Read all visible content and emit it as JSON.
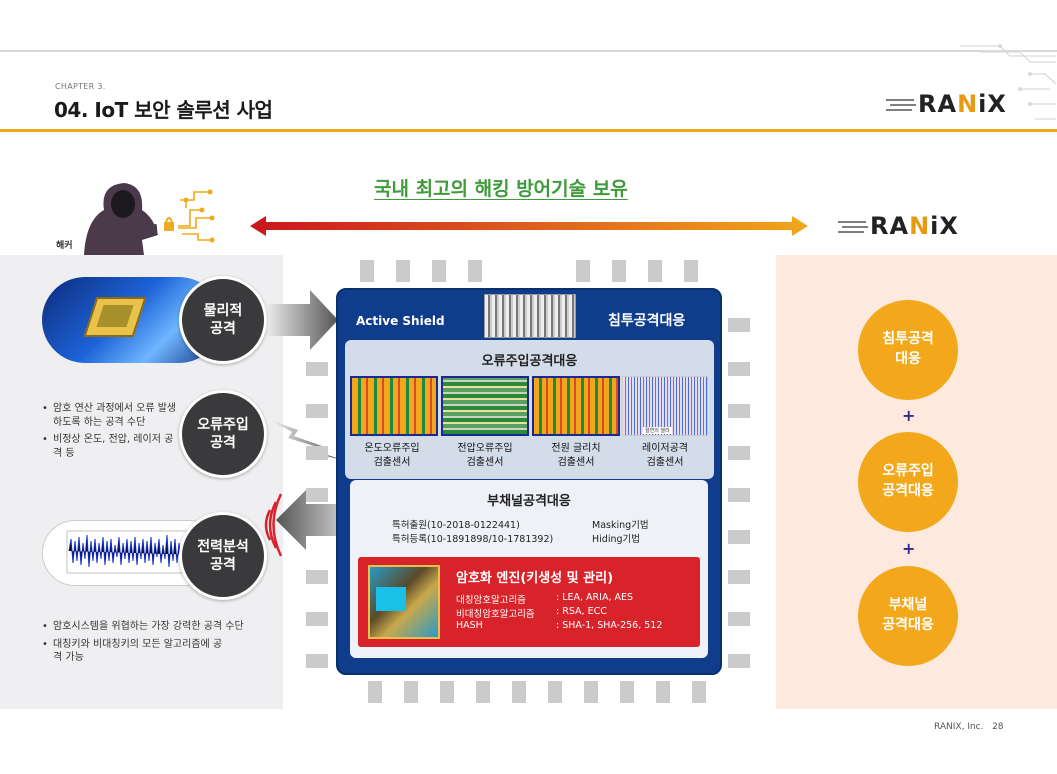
{
  "header": {
    "chapter": "CHAPTER 3.",
    "title": "04. IoT 보안 솔루션 사업",
    "logo_prefix": "RA",
    "logo_mid": "N",
    "logo_suffix": "iX"
  },
  "headline": "국내 최고의 해킹 방어기술 보유",
  "hacker_label": "해커",
  "attacks": [
    {
      "label": "물리적\n공격"
    },
    {
      "label": "오류주입\n공격",
      "bullets": [
        "암호 연산 과정에서 오류 발생하도록 하는 공격 수단",
        "비정상 온도, 전압, 레이저 공격 등"
      ]
    },
    {
      "label": "전력분석\n공격",
      "bullets": [
        "암호시스템을 위협하는 가장 강력한 공격 수단",
        "대칭키와 비대칭키의 모든 알고리즘에 공격 가능"
      ]
    }
  ],
  "chip": {
    "active_shield": "Active Shield",
    "intrusion": "침투공격대응",
    "fault_title": "오류주입공격대응",
    "sensors": [
      "온도오류주입\n검출센서",
      "전압오류주입\n검출센서",
      "전원 글리치\n검출센서",
      "레이저공격\n검출센서"
    ],
    "laser_cell_label": "절연의 셀라",
    "side_title": "부채널공격대응",
    "patent_apply": "특허출원(10-2018-0122441)",
    "patent_reg": "특허등록(10-1891898/10-1781392)",
    "masking": "Masking기법",
    "hiding": "Hiding기법",
    "crypto_title": "암호화 엔진(키생성 및 관리)",
    "crypto_rows": [
      {
        "k": "대칭암호알고리즘",
        "v": ": LEA, ARIA, AES"
      },
      {
        "k": "비대칭암호알고리즘",
        "v": ": RSA, ECC"
      },
      {
        "k": "HASH",
        "v": ": SHA-1, SHA-256, 512"
      }
    ]
  },
  "defenses": [
    "침투공격\n대응",
    "오류주입\n공격대응",
    "부채널\n공격대응"
  ],
  "plus": "+",
  "footer": "RANIX, Inc.   28",
  "colors": {
    "accent": "#f0a81c",
    "chip": "#0f3d8c",
    "crypto": "#d9232b",
    "headline": "#3e9a3a"
  }
}
